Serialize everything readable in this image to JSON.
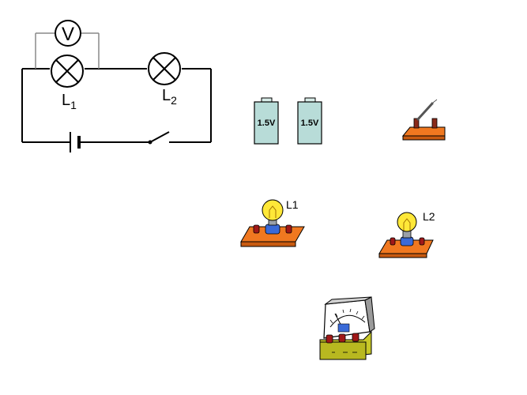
{
  "circuit": {
    "voltmeter_symbol": "V",
    "lamp1_letter": "L",
    "lamp1_sub": "1",
    "lamp2_letter": "L",
    "lamp2_sub": "2"
  },
  "batteries": [
    {
      "label": "1.5V"
    },
    {
      "label": "1.5V"
    }
  ],
  "bulbs": [
    {
      "label": "L1"
    },
    {
      "label": "L2"
    }
  ],
  "colors": {
    "board": "#f07820",
    "battery": "#b8dcd8",
    "bulb": "#ffe838",
    "meter_base": "#c8c828"
  }
}
